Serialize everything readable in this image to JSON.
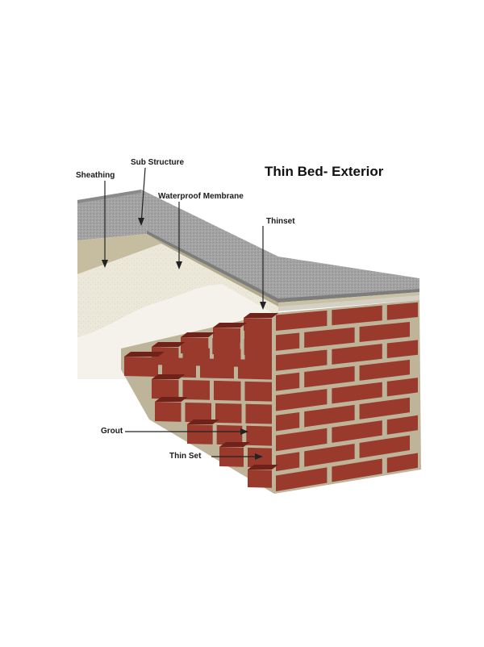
{
  "title": "Thin Bed- Exterior",
  "labels": {
    "sheathing": "Sheathing",
    "sub_structure": "Sub Structure",
    "waterproof_membrane": "Waterproof Membrane",
    "thinset": "Thinset",
    "grout": "Grout",
    "thin_set": "Thin Set"
  },
  "colors": {
    "brick": "#9a3a2c",
    "brick_dark": "#6f2219",
    "grout": "#bdb49a",
    "concrete": "#a3a3a3",
    "sheathing": "#c6bda0",
    "membrane": "#ece8d9"
  }
}
